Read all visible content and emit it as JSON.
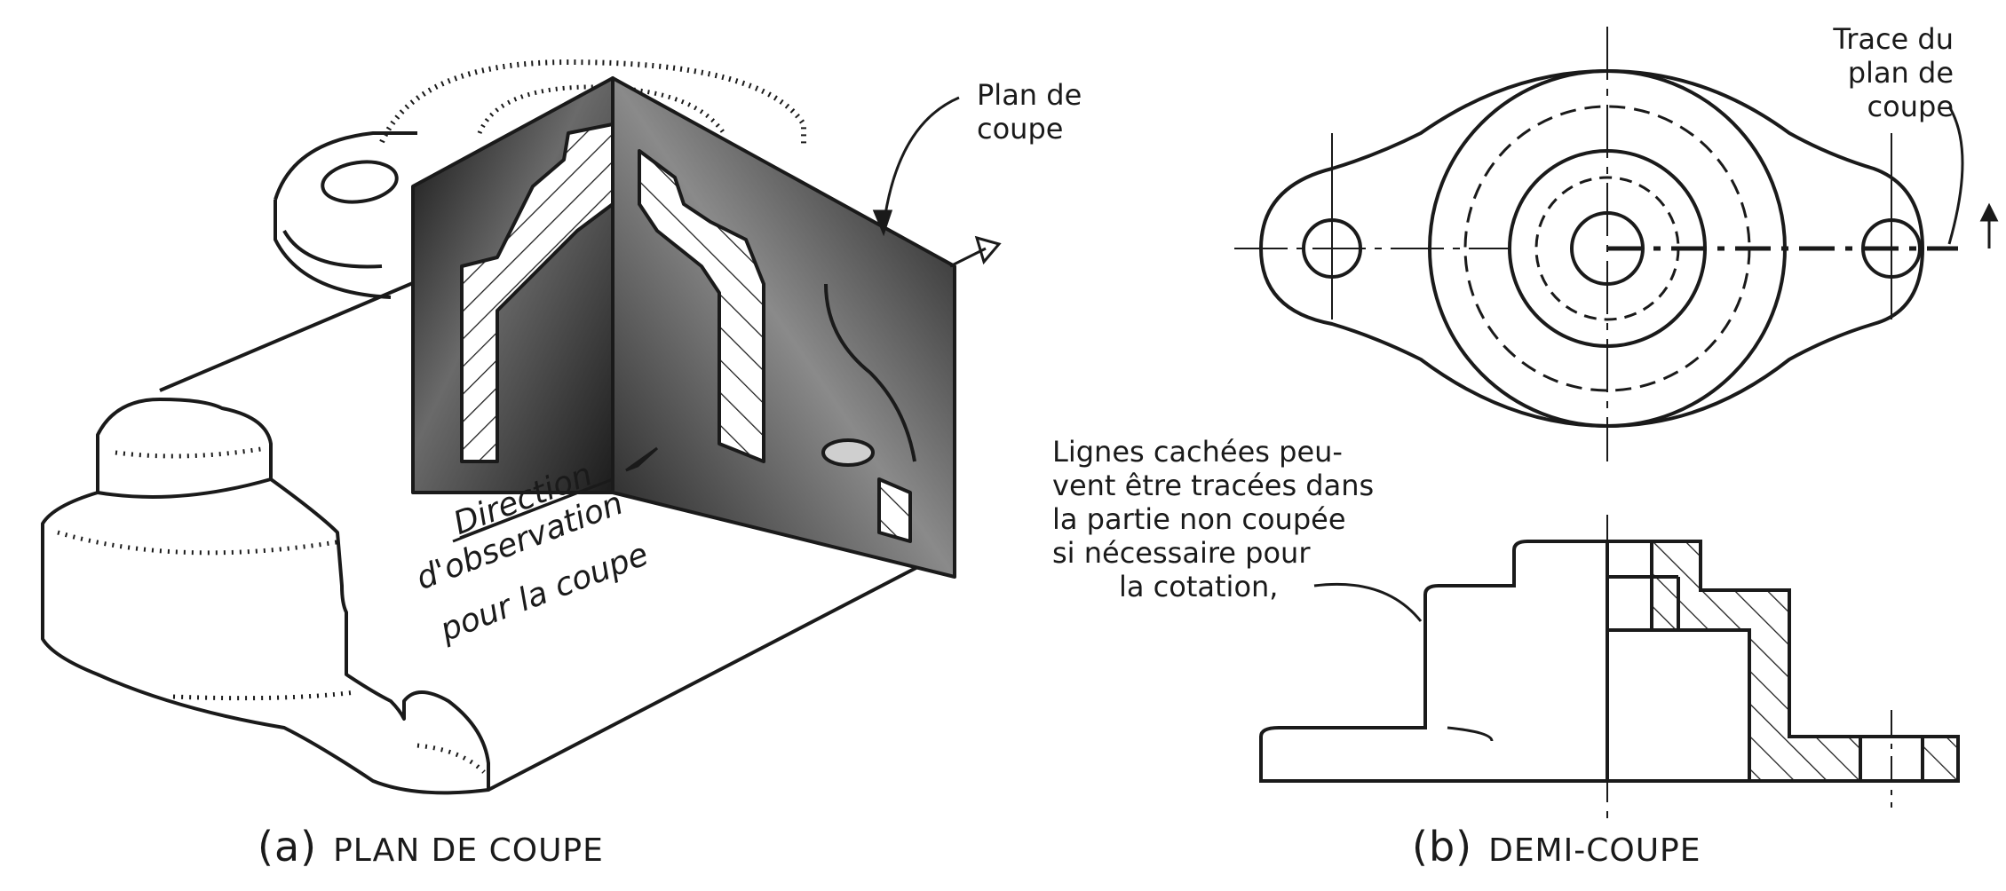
{
  "left_panel": {
    "cutting_plane_label": [
      "Plan de",
      "coupe"
    ],
    "direction_label": [
      "Direction",
      "d'observation",
      "pour la coupe"
    ],
    "caption_letter": "(a)",
    "caption_text": "PLAN DE COUPE"
  },
  "right_panel": {
    "trace_label": [
      "Trace du",
      "plan de",
      "coupe"
    ],
    "hidden_lines_note": [
      "Lignes cachées peu-",
      "vent être tracées dans",
      "la partie non coupée",
      "si nécessaire pour",
      "la cotation,"
    ],
    "caption_letter": "(b)",
    "caption_text": "DEMI-COUPE"
  },
  "colors": {
    "ink": "#1a1a1a",
    "paper": "#ffffff",
    "shade_dark": "#202020",
    "shade_mid": "#707070"
  },
  "icons": [
    "arrow-right-icon",
    "arrow-up-icon",
    "leader-line"
  ]
}
